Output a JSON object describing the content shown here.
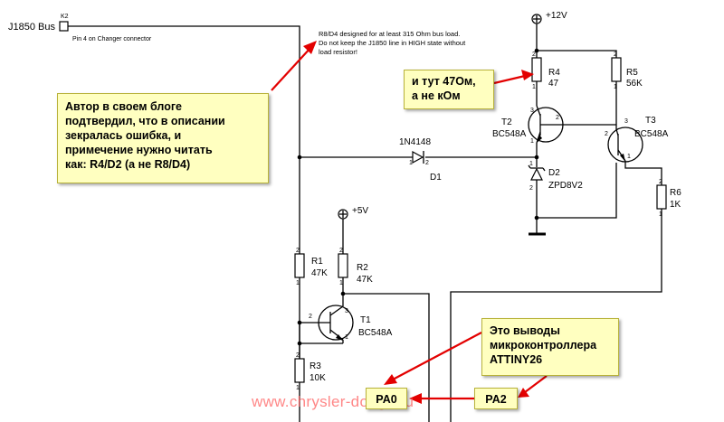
{
  "bus": {
    "label": "J1850 Bus",
    "connector_ref": "K2",
    "pin_note": "Pin 4 on Changer connector"
  },
  "design_note": {
    "line1": "R8/D4 designed for at least 315 Ohm bus load.",
    "line2": "Do not keep the J1850 line in HIGH state without",
    "line3": "load resistor!"
  },
  "power": {
    "v12": "+12V",
    "v5": "+5V"
  },
  "components": {
    "r4": {
      "ref": "R4",
      "value": "47"
    },
    "r5": {
      "ref": "R5",
      "value": "56K"
    },
    "t2": {
      "ref": "T2",
      "type": "BC548A"
    },
    "t3": {
      "ref": "T3",
      "type": "BC548A"
    },
    "d1": {
      "ref": "D1",
      "type": "1N4148"
    },
    "d2": {
      "ref": "D2",
      "type": "ZPD8V2"
    },
    "r6": {
      "ref": "R6",
      "value": "1K"
    },
    "r1": {
      "ref": "R1",
      "value": "47K"
    },
    "r2": {
      "ref": "R2",
      "value": "47K"
    },
    "t1": {
      "ref": "T1",
      "type": "BC548A"
    },
    "r3": {
      "ref": "R3",
      "value": "10K"
    }
  },
  "pins": {
    "p1": "1",
    "p2": "2",
    "p3": "3"
  },
  "callouts": {
    "author": {
      "line1": "Автор в своем блоге",
      "line2": "подтвердил, что в описании",
      "line3": "зекралась ошибка, и",
      "line4": "примечение нужно читать",
      "line5": "как: R4/D2 (а не R8/D4)"
    },
    "r4_fix": {
      "line1": "и тут 47Ом,",
      "line2": "а не кОм"
    },
    "mcu": {
      "line1": "Это выводы",
      "line2": "микроконтроллера",
      "line3": "ATTINY26"
    },
    "pa0": "PA0",
    "pa2": "PA2"
  },
  "watermark": "www.chrysler-dodge.ru",
  "colors": {
    "callout_bg": "#ffffc0",
    "arrow": "#e30000",
    "watermark": "#ff6a6a"
  }
}
